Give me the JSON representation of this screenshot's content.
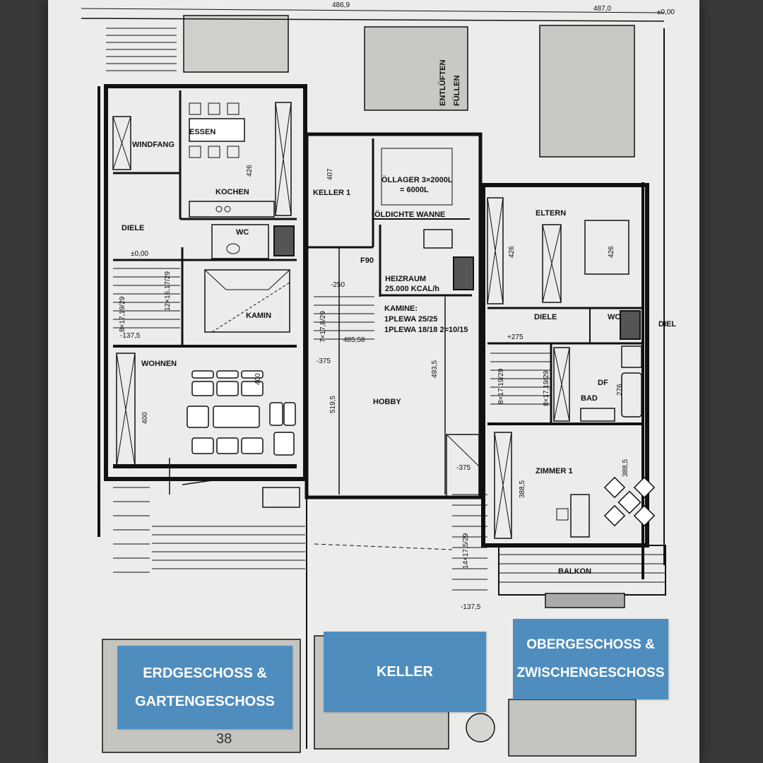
{
  "floor_labels": {
    "ground": {
      "line1": "ERDGESCHOSS &",
      "line2": "GARTENGESCHOSS"
    },
    "basement": {
      "line1": "KELLER"
    },
    "upper": {
      "line1": "OBERGESCHOSS &",
      "line2": "ZWISCHENGESCHOSS"
    }
  },
  "colors": {
    "label_bg": "#4f8dbf",
    "label_text": "#ffffff",
    "paper": "#ececea",
    "ink": "#111111"
  },
  "rooms": {
    "windfang": "WINDFANG",
    "essen": "ESSEN",
    "kochen": "KOCHEN",
    "diele_eg": "DIELE",
    "wc_eg": "WC",
    "kamin": "KAMIN",
    "wohnen": "WOHNEN",
    "keller1": "KELLER 1",
    "oellager": "ÖLLAGER 3×2000L",
    "oellager2": "= 6000L",
    "oeldichte": "ÖLDICHTE WANNE",
    "heizraum": "HEIZRAUM",
    "heizraum2": "25.000 KCAL/h",
    "kamine": "KAMINE:",
    "kamine1": "1PLEWA 25/25",
    "kamine2": "1PLEWA 18/18 2=10/15",
    "hobby": "HOBBY",
    "entlueften": "ENTLÜFTEN",
    "fuellen": "FÜLLEN",
    "f90": "F90",
    "eltern": "ELTERN",
    "diele_og": "DIELE",
    "wc_og": "WC",
    "df": "DF",
    "bad": "BAD",
    "zimmer1": "ZIMMER 1",
    "balkon": "BALKON",
    "diel_edge": "DIEL"
  },
  "dimensions": {
    "d1": "486,9",
    "d2": "487,0",
    "d3": "±0,00",
    "d4": "±0,00",
    "d5": "-137,5",
    "d6": "-250",
    "d7": "-375",
    "d8": "-375",
    "d9": "-137,5",
    "d10": "485,58",
    "d11": "+275",
    "d12": "519,5",
    "d13": "493,5",
    "d14": "426",
    "d15": "407",
    "d16": "426",
    "d17": "426",
    "d18": "400",
    "d19": "400",
    "d20": "388,5",
    "d21": "388,5",
    "d22": "276",
    "s1": "8×17,19/29",
    "s2": "12×16,17/29",
    "s3": "7×17,8/29",
    "s4": "8×17,19/29",
    "s5": "8×17,19/29",
    "s6": "14×17,5/29"
  },
  "page_number": "38"
}
